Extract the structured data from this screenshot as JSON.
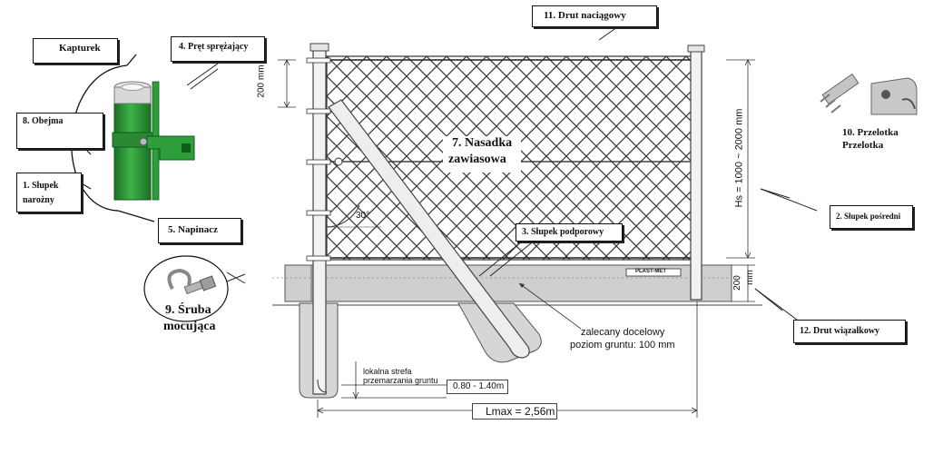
{
  "labels": {
    "kapturek": "Kapturek",
    "pret": "4. Pręt sprężający",
    "obejma": "8. Obejma",
    "slupek_narozny_1": "1. Słupek",
    "slupek_narozny_2": "narożny",
    "napinacz": "5. Napinacz",
    "sruba_1": "9. Śruba",
    "sruba_2": "mocująca",
    "drut_naciagowy": "11. Drut naciągowy",
    "nasadka_1": "7. Nasadka",
    "nasadka_2": "zawiasowa",
    "slupek_podporowy": "3. Słupek podporowy",
    "przelotka_1": "10. Przelotka",
    "przelotka_2": "Przelotka",
    "slupek_posredni": "2. Słupek pośredni",
    "drut_wiazalkowy": "12. Drut wiązałkowy"
  },
  "dimensions": {
    "top_200": "200 mm",
    "angle": "30°",
    "hs": "Hs = 1000 ~ 2000 mm",
    "bottom_200_a": "200",
    "bottom_200_b": "mm",
    "ground_1": "zalecany docelowy",
    "ground_2": "poziom gruntu: 100 mm",
    "frost_1": "lokalna strefa",
    "frost_2": "przemarzania gruntu",
    "frost_depth": "0.80 - 1.40m",
    "lmax": "Lmax = 2,56m",
    "brand": "PLAST-MET"
  },
  "colors": {
    "post_green": "#2e9e3a",
    "post_dark": "#1c6e26",
    "concrete": "#d0d0d0",
    "line": "#333333"
  }
}
